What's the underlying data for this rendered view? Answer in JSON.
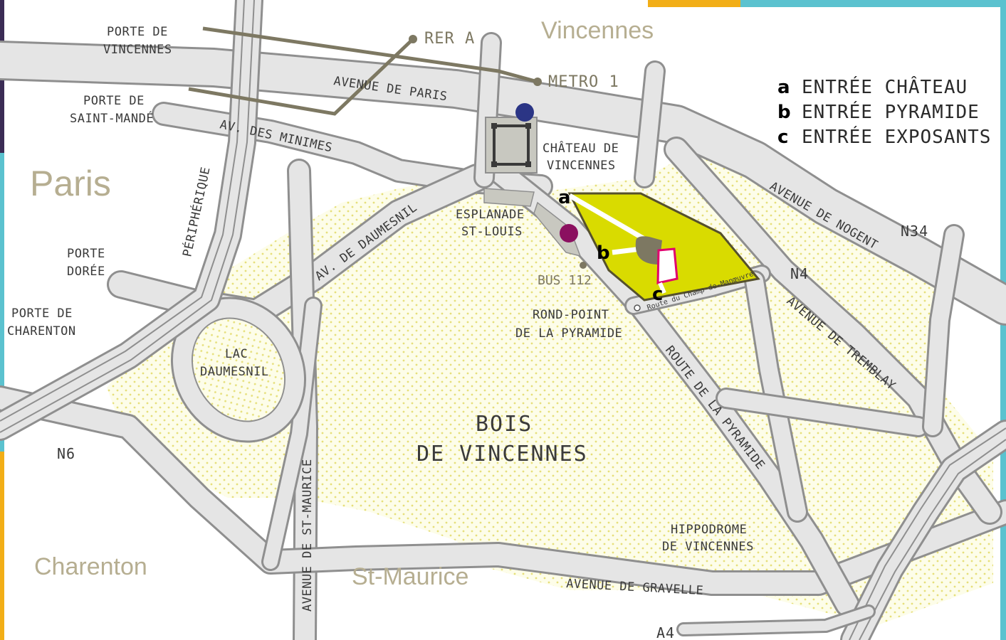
{
  "cities": {
    "paris": "Paris",
    "vincennes": "Vincennes",
    "charenton": "Charenton",
    "st_maurice": "St-Maurice"
  },
  "legend": [
    {
      "letter": "a",
      "label": "ENTRÉE CHÂTEAU"
    },
    {
      "letter": "b",
      "label": "ENTRÉE PYRAMIDE"
    },
    {
      "letter": "c",
      "label": "ENTRÉE EXPOSANTS"
    }
  ],
  "entries": {
    "a": "a",
    "b": "b",
    "c": "c"
  },
  "transit": {
    "rer": "RER A",
    "metro": "METRO 1",
    "bus": "BUS 112"
  },
  "portes": {
    "vincennes": [
      "PORTE DE",
      "VINCENNES"
    ],
    "saint_mande": [
      "PORTE DE",
      "SAINT-MANDÉ"
    ],
    "doree": [
      "PORTE",
      "DORÉE"
    ],
    "charenton": [
      "PORTE DE",
      "CHARENTON"
    ]
  },
  "places": {
    "chateau": [
      "CHÂTEAU DE",
      "VINCENNES"
    ],
    "esplanade": [
      "ESPLANADE",
      "ST-LOUIS"
    ],
    "rond_point": [
      "ROND-POINT",
      "DE LA PYRAMIDE"
    ],
    "lac": [
      "LAC",
      "DAUMESNIL"
    ],
    "bois": [
      "BOIS",
      "DE VINCENNES"
    ],
    "hippodrome": [
      "HIPPODROME",
      "DE VINCENNES"
    ]
  },
  "streets": {
    "avenue_paris": "AVENUE DE PARIS",
    "av_minimes": "AV. DES MINIMES",
    "peripherique": "PÉRIPHÉRIQUE",
    "av_daumesnil": "AV. DE DAUMESNIL",
    "avenue_nogent": "AVENUE DE NOGENT",
    "avenue_tremblay": "AVENUE DE TREMBLAY",
    "route_pyramide": "ROUTE DE LA PYRAMIDE",
    "route_champ": "Route du Champ-de-Manœuvre",
    "avenue_st_maurice": "AVENUE DE ST-MAURICE",
    "avenue_gravelle": "AVENUE DE GRAVELLE"
  },
  "roads": {
    "n34": "N34",
    "n4": "N4",
    "n6": "N6",
    "a4": "A4"
  },
  "colors": {
    "park_dots": "#e9e38a",
    "venue": "#d9db00",
    "venue_outline": "#55502c",
    "exposants_outline": "#e0006e",
    "metro_dot": "#2b3585",
    "rer_dot": "#8b1060",
    "transit_line": "#7d7862",
    "road_fill": "#e5e5e5",
    "road_edge": "#8f8f8f",
    "city_label": "#b6ae91",
    "frame_teal": "#5bc2cf",
    "frame_orange": "#f2ae17",
    "frame_purple": "#3b2c55"
  }
}
